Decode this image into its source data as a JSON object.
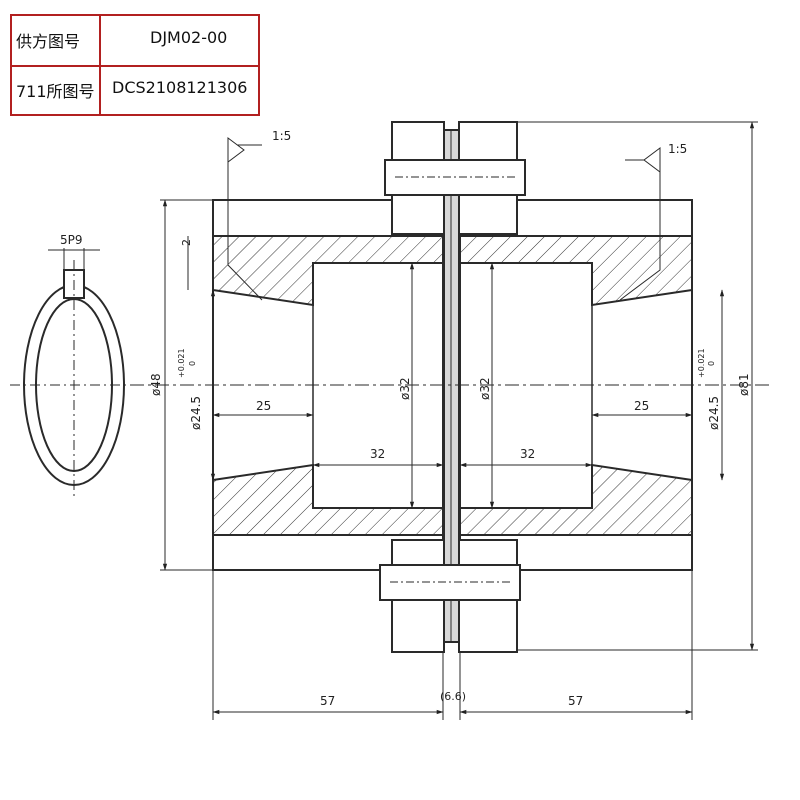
{
  "title_block": {
    "supplier_drawing_label": "供方图号",
    "supplier_drawing_no": "DJM02-00",
    "institute_drawing_label": "711所图号",
    "institute_drawing_no": "DCS2108121306"
  },
  "annotations": {
    "keyway": "5P9",
    "taper_left": "1:5",
    "taper_right": "1:5",
    "groove": "2",
    "dia_hub": "ø48",
    "dia_bore_left": "ø24.5",
    "dia_bore_right": "ø24.5",
    "tol_upper": "+0.021",
    "tol_lower": "0",
    "dia_inner_left": "ø32",
    "dia_inner_right": "ø32",
    "dia_flange": "ø81",
    "len_taper_left": "25",
    "len_taper_right": "25",
    "len_inner_left": "32",
    "len_inner_right": "32",
    "len_total_left": "57",
    "len_total_right": "57",
    "len_gap": "(6.6)"
  },
  "colors": {
    "title_border": "#b22020",
    "line": "#2a2a2a"
  }
}
